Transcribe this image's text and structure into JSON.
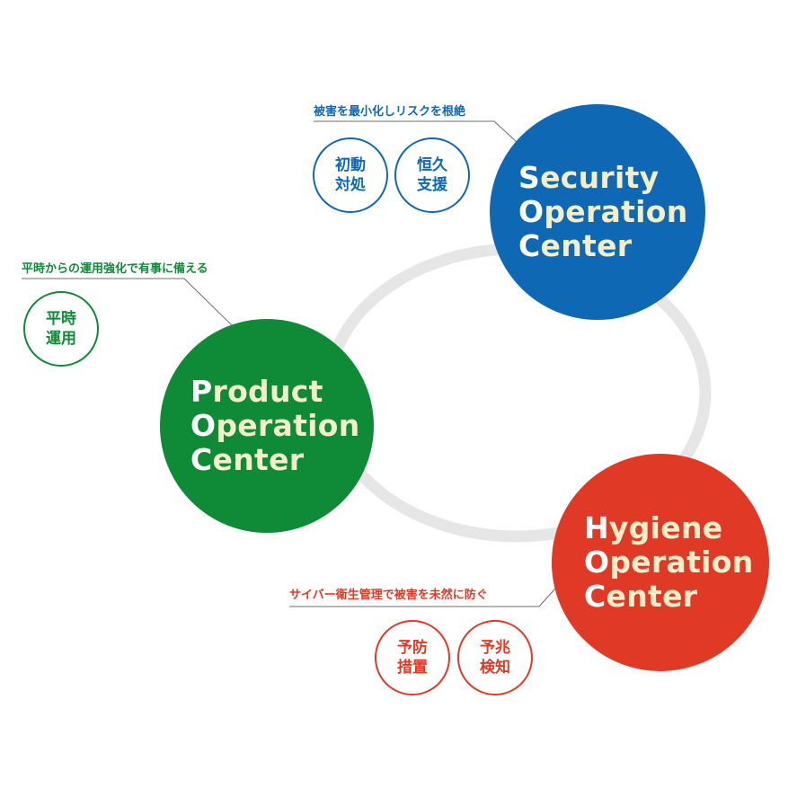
{
  "colors": {
    "security": "#0f68b3",
    "product": "#0f8a37",
    "hygiene": "#e03a26",
    "ring": "#e6e6e6",
    "leader": "#6d6d6d"
  },
  "security": {
    "caption": "被害を最小化しリスクを根絶",
    "lines": [
      {
        "initial": "S",
        "rest": "ecurity"
      },
      {
        "initial": "O",
        "rest": "peration"
      },
      {
        "initial": "C",
        "rest": "enter"
      }
    ],
    "badges": [
      {
        "line1": "初動",
        "line2": "対処"
      },
      {
        "line1": "恒久",
        "line2": "支援"
      }
    ]
  },
  "product": {
    "caption": "平時からの運用強化で有事に備える",
    "lines": [
      {
        "initial": "P",
        "rest": "roduct"
      },
      {
        "initial": "O",
        "rest": "peration"
      },
      {
        "initial": "C",
        "rest": "enter"
      }
    ],
    "badges": [
      {
        "line1": "平時",
        "line2": "運用"
      }
    ]
  },
  "hygiene": {
    "caption": "サイバー衛生管理で被害を未然に防ぐ",
    "lines": [
      {
        "initial": "H",
        "rest": "ygiene"
      },
      {
        "initial": "O",
        "rest": "peration"
      },
      {
        "initial": "C",
        "rest": "enter"
      }
    ],
    "badges": [
      {
        "line1": "予防",
        "line2": "措置"
      },
      {
        "line1": "予兆",
        "line2": "検知"
      }
    ]
  }
}
